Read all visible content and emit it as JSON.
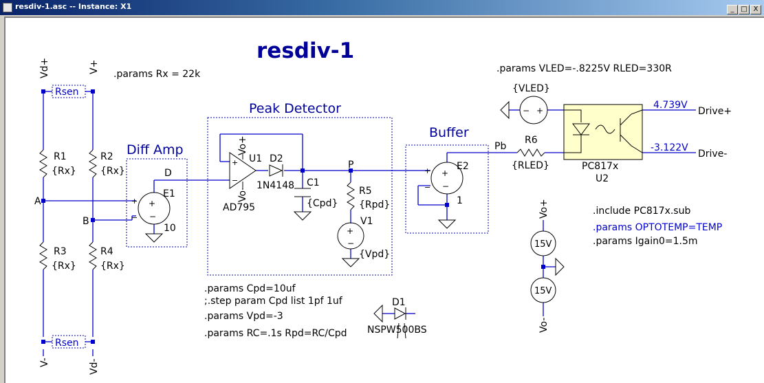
{
  "window": {
    "title": "resdiv-1.asc -- Instance: X1",
    "buttons": {
      "minimize": "_",
      "restore": "□",
      "close": "X"
    }
  },
  "schematic": {
    "title": "resdiv-1",
    "directives": {
      "rx": ".params Rx = 22k",
      "led": ".params VLED=-.8225V RLED=330R",
      "cpd": ".params Cpd=10uf",
      "step": ";.step param Cpd list 1pf 1uf",
      "vpd": ".params Vpd=-3",
      "rc": ".params RC=.1s Rpd=RC/Cpd",
      "include": ".include PC817x.sub",
      "optotemp": ".params OPTOTEMP=TEMP",
      "igain": ".params Igain0=1.5m"
    },
    "blocks": {
      "peak": "Peak Detector",
      "diff": "Diff Amp",
      "buffer": "Buffer"
    },
    "nets": {
      "vdplus": "Vd+",
      "vplus": "V+",
      "vminus": "V-",
      "vdminus": "Vd-",
      "a": "A",
      "b": "B",
      "d": "D",
      "p": "P",
      "pb": "Pb",
      "voplus_u1": "Vo+",
      "vominus_u1": "Vo-",
      "voplus": "Vo+",
      "vominus": "Vo-",
      "drive_plus": "Drive+",
      "drive_minus": "Drive-",
      "v_drive_plus": "4.739V",
      "v_drive_minus": "-3.122V"
    },
    "components": {
      "rsen_top": "Rsen",
      "rsen_bot": "Rsen",
      "r1": "R1",
      "r1v": "{Rx}",
      "r2": "R2",
      "r2v": "{Rx}",
      "r3": "R3",
      "r3v": "{Rx}",
      "r4": "R4",
      "r4v": "{Rx}",
      "e1": "E1",
      "e1v": "10",
      "u1": "U1",
      "u1v": "AD795",
      "d2": "D2",
      "d2v": "1N4148",
      "c1": "C1",
      "c1v": "{Cpd}",
      "r5": "R5",
      "r5v": "{Rpd}",
      "v1": "V1",
      "v1v": "{Vpd}",
      "e2": "E2",
      "e2v": "1",
      "r6": "R6",
      "r6v": "{RLED}",
      "vled": "{VLED}",
      "u2": "U2",
      "u2v": "PC817x",
      "d1": "D1",
      "d1v": "NSPW500BS",
      "vs_top": "15V",
      "vs_bot": "15V"
    }
  }
}
